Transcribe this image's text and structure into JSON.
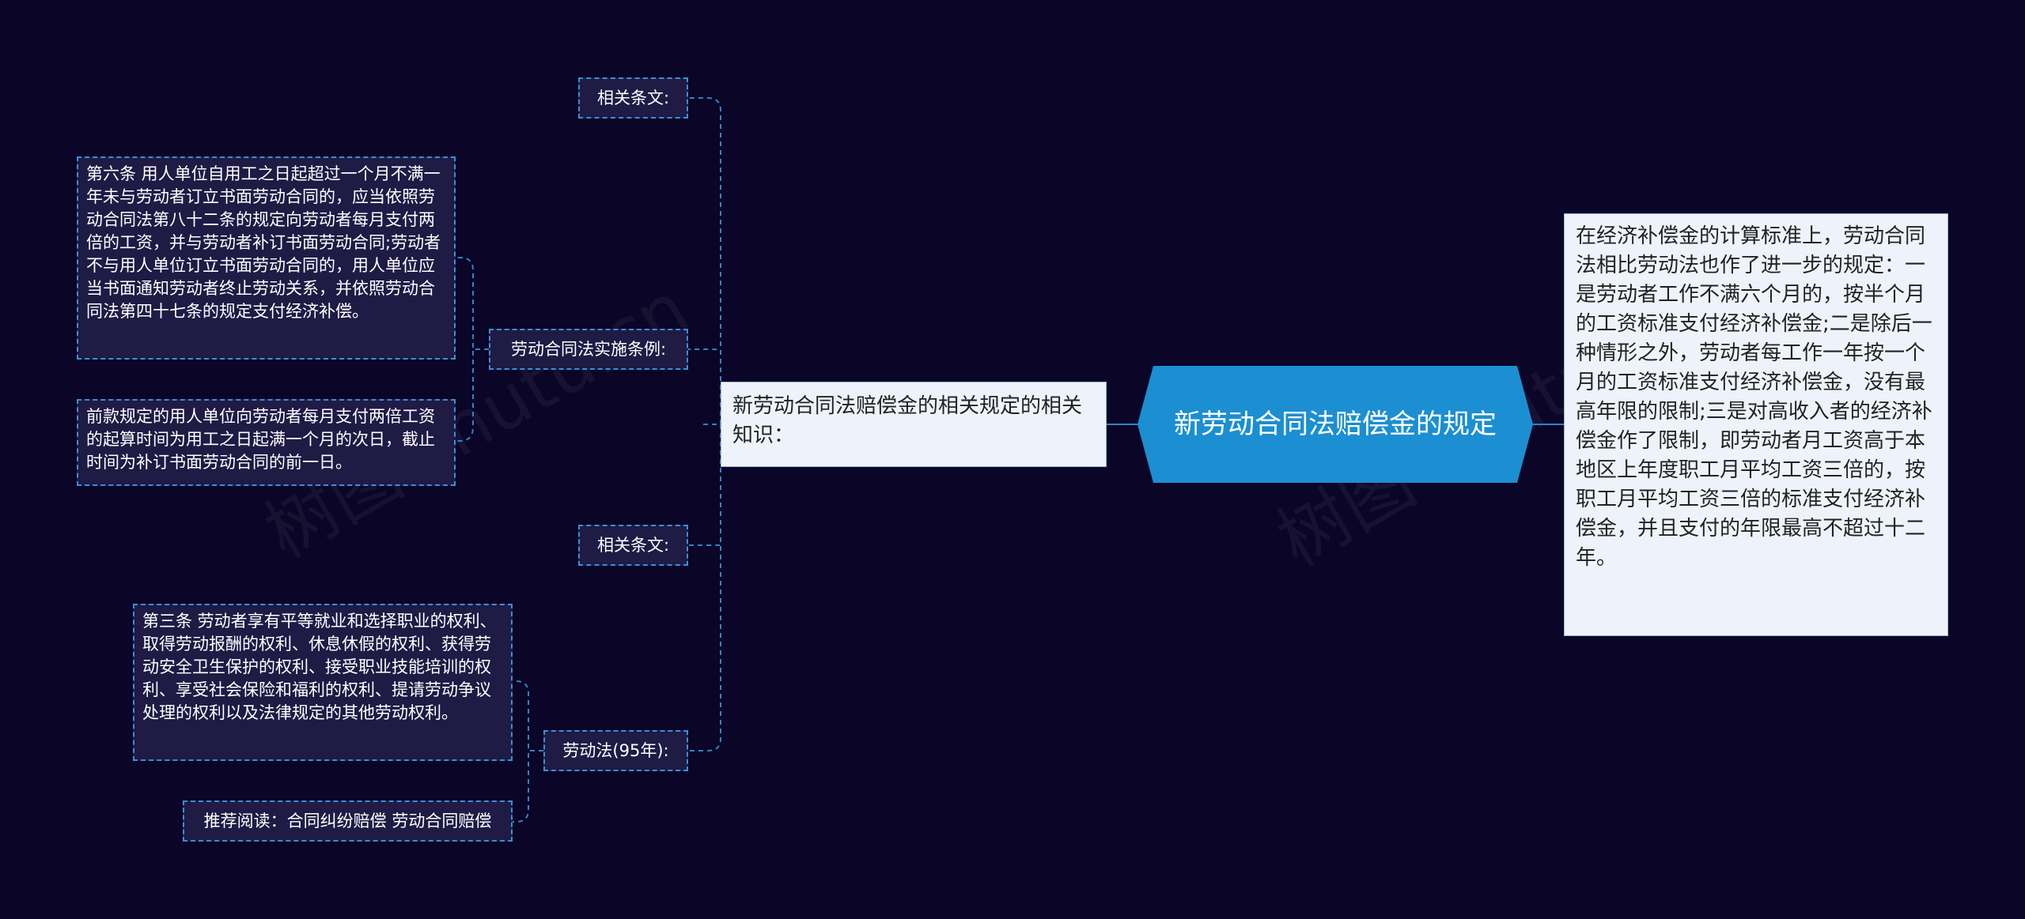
{
  "root": {
    "text": "新劳动合同法赔偿金的规定"
  },
  "right_note": {
    "text": "在经济补偿金的计算标准上，劳动合同法相比劳动法也作了进一步的规定：一是劳动者工作不满六个月的，按半个月的工资标准支付经济补偿金;二是除后一种情形之外，劳动者每工作一年按一个月的工资标准支付经济补偿金，没有最高年限的限制;三是对高收入者的经济补偿金作了限制，即劳动者月工资高于本地区上年度职工月平均工资三倍的，按职工月平均工资三倍的标准支付经济补偿金，并且支付的年限最高不超过十二年。"
  },
  "main_topic": {
    "text": "新劳动合同法赔偿金的相关规定的相关知识："
  },
  "branches": {
    "related_1": "相关条文:",
    "implementing_regs": "劳动合同法实施条例:",
    "related_2": "相关条文:",
    "labor_law": "劳动法(95年):"
  },
  "leaves": {
    "article6": "第六条 用人单位自用工之日起超过一个月不满一年未与劳动者订立书面劳动合同的，应当依照劳动合同法第八十二条的规定向劳动者每月支付两倍的工资，并与劳动者补订书面劳动合同;劳动者不与用人单位订立书面劳动合同的，用人单位应当书面通知劳动者终止劳动关系，并依照劳动合同法第四十七条的规定支付经济补偿。",
    "double_wage": "前款规定的用人单位向劳动者每月支付两倍工资的起算时间为用工之日起满一个月的次日，截止时间为补订书面劳动合同的前一日。",
    "article3": "第三条 劳动者享有平等就业和选择职业的权利、取得劳动报酬的权利、休息休假的权利、获得劳动安全卫生保护的权利、接受职业技能培训的权利、享受社会保险和福利的权利、提请劳动争议处理的权利以及法律规定的其他劳动权利。",
    "recommended": "推荐阅读：合同纠纷赔偿 劳动合同赔偿"
  },
  "colors": {
    "background": "#0b0527",
    "root": "#1b8fd1",
    "connector": "#2f84c8",
    "dashed_border": "#3a8fd6"
  },
  "watermarks": [
    "树图 shutu.cn",
    "树图 shutu.cn"
  ]
}
